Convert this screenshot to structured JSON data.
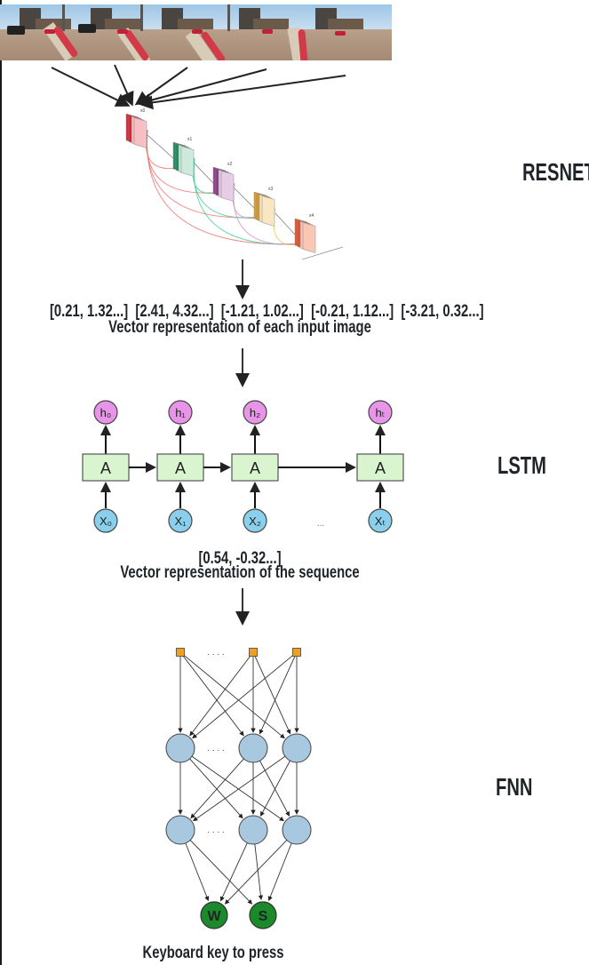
{
  "input_frames": {
    "count": 5,
    "description": "Sequence of driving game screenshots"
  },
  "sections": {
    "resnet": "RESNET",
    "lstm": "LSTM",
    "fnn": "FNN"
  },
  "resnet": {
    "blocks": [
      {
        "label": "x0",
        "color": "#d4222e",
        "light": "#f8c0c4"
      },
      {
        "label": "x1",
        "color": "#1a8a5a",
        "light": "#cfeadc"
      },
      {
        "label": "x2",
        "color": "#8a3a86",
        "light": "#e8cde6"
      },
      {
        "label": "x3",
        "color": "#d49a2a",
        "light": "#fbe6c4"
      },
      {
        "label": "x4",
        "color": "#e0502a",
        "light": "#fac8b4"
      }
    ]
  },
  "image_vectors": {
    "values": [
      "[0.21, 1.32...]",
      "[2.41, 4.32...]",
      "[-1.21, 1.02...]",
      "[-0.21, 1.12...]",
      "[-3.21, 0.32...]"
    ],
    "caption": "Vector representation of each input image"
  },
  "lstm": {
    "cell_label": "A",
    "outputs": [
      "h₀",
      "h₁",
      "h₂",
      "hₜ"
    ],
    "inputs": [
      "X₀",
      "X₁",
      "X₂",
      "Xₜ"
    ],
    "ellipsis": "...",
    "colors": {
      "cell": "#d8f5d0",
      "output": "#e894e8",
      "input": "#8ad0ec"
    }
  },
  "sequence_vector": {
    "value": "[0.54, -0.32...]",
    "caption": "Vector representation of the sequence"
  },
  "fnn": {
    "input_ellipsis": ". . . .",
    "hidden_ellipsis": ". . . .",
    "outputs": [
      "W",
      "S"
    ],
    "colors": {
      "input": "#f0a020",
      "hidden": "#a8c8e0",
      "output": "#1a8a2a"
    }
  },
  "output_caption": "Keyboard key to press"
}
